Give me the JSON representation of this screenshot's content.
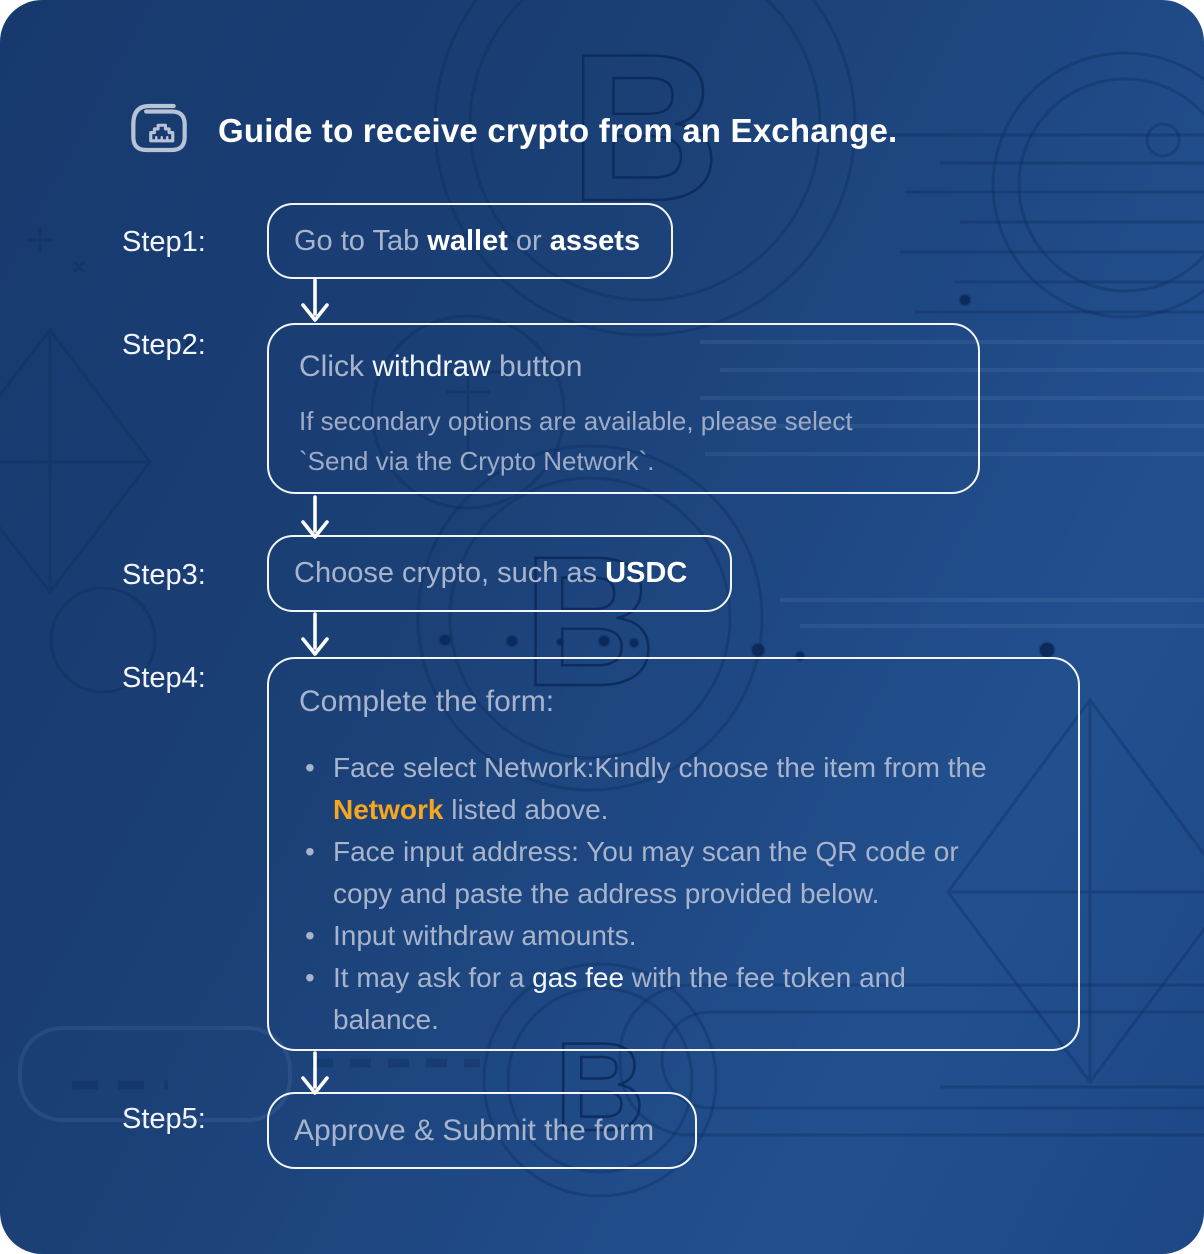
{
  "header": {
    "icon": "wallet-icon",
    "title": "Guide to receive crypto from an Exchange."
  },
  "steps": {
    "s1": {
      "label": "Step1:",
      "t1": "Go to Tab ",
      "t2": "wallet",
      "t3": " or ",
      "t4": "assets"
    },
    "s2": {
      "label": "Step2:",
      "t1": "Click ",
      "t2": "withdraw",
      "t3": " button",
      "note1": "If secondary options are available, please select",
      "note2": "`Send via the Crypto Network`."
    },
    "s3": {
      "label": "Step3:",
      "t1": "Choose crypto, such as ",
      "t2": "USDC"
    },
    "s4": {
      "label": "Step4:",
      "title": "Complete the form:",
      "bullets": [
        {
          "pre": "Face select Network:Kindly choose the item from the ",
          "highlight": "Network",
          "post": " listed above."
        },
        {
          "pre": "Face input address: You may scan the QR code or copy and paste the address provided below.",
          "highlight": "",
          "post": ""
        },
        {
          "pre": "Input withdraw amounts.",
          "highlight": "",
          "post": ""
        },
        {
          "pre": "It may ask for a ",
          "highlight": "gas fee",
          "post": " with the fee token and balance."
        }
      ]
    },
    "s5": {
      "label": "Step5:",
      "text": "Approve & Submit the form"
    }
  },
  "colors": {
    "background_top_left": "#17396E",
    "background_bottom_right": "#1F4D8F",
    "box_border": "#FFFFFF",
    "text_muted": "#A7B4CC",
    "text_bright": "#F2F5FA",
    "text_strong": "#FFFFFF",
    "accent_orange": "#F6A71F",
    "pattern_stroke": "#0C2A5C"
  }
}
